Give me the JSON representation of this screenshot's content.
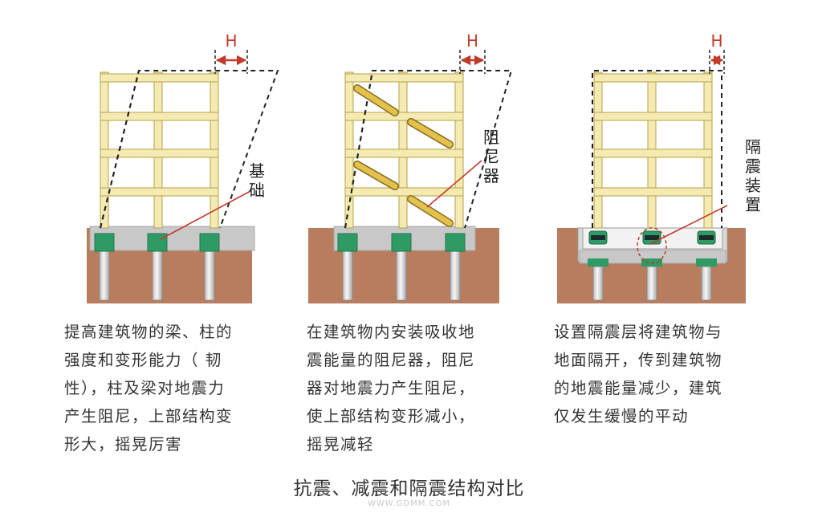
{
  "colors": {
    "frame_fill": "#f4eab2",
    "frame_stroke": "#b4a24a",
    "ground": "#b87c5e",
    "footing": "#2e9a64",
    "slab": "#c8c8c8",
    "pile": "#e8e8e8",
    "pile_stroke": "#8a8a8a",
    "damper": "#e2c24c",
    "accent_red": "#c23a2a",
    "text": "#333333"
  },
  "panels": [
    {
      "id": "seismic_resistance",
      "dim_label": "H",
      "callout": [
        "基",
        "础"
      ],
      "description": [
        "提高建筑物的梁、柱的",
        "强度和变形能力（ 韧",
        "性），柱及梁对地震力",
        "产生阻尼，上部结构变",
        "形大，摇晃厉害"
      ]
    },
    {
      "id": "energy_dissipation",
      "dim_label": "H",
      "callout": [
        "阻",
        "尼",
        "器"
      ],
      "description": [
        "在建筑物内安装吸收地",
        "震能量的阻尼器，阻尼",
        "器对地震力产生阻尼，",
        "使上部结构变形减小，",
        "摇晃减轻"
      ]
    },
    {
      "id": "base_isolation",
      "dim_label": "H",
      "callout": [
        "隔",
        "震",
        "装",
        "置"
      ],
      "description": [
        "设置隔震层将建筑物与",
        "地面隔开，传到建筑物",
        "的地震能量减少，建筑",
        "仅发生缓慢的平动"
      ]
    }
  ],
  "caption": "抗震、减震和隔震结构对比",
  "watermark": "WWW.GDMM.COM"
}
